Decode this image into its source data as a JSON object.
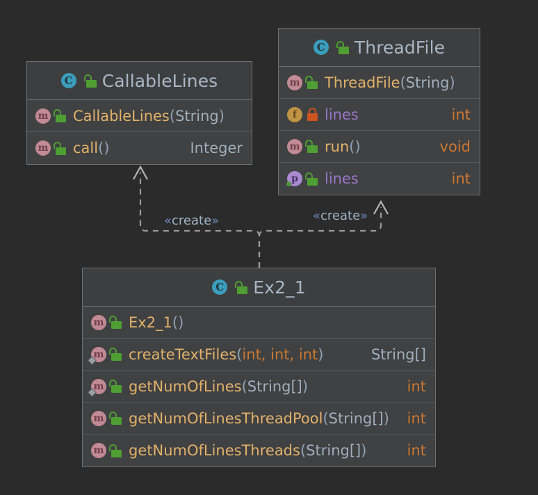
{
  "diagram": {
    "title": "UML class diagram",
    "background_color": "#2b2b2b",
    "class_box_color": "#3f4142",
    "border_color": "#6e7072"
  },
  "classes": [
    {
      "id": "callable-lines",
      "name": "CallableLines",
      "icon": "class-icon",
      "visibility": "public",
      "lock": "unlocked-icon",
      "members": [
        {
          "kind": "method",
          "icon": "method-icon",
          "lock": "unlocked-icon",
          "static": false,
          "name": "CallableLines",
          "open_paren": "(",
          "params": "String",
          "params_kind": "object",
          "close_paren": ")",
          "return_type": "",
          "return_kind": "none"
        },
        {
          "kind": "method",
          "icon": "method-icon",
          "lock": "unlocked-icon",
          "static": false,
          "name": "call",
          "open_paren": "(",
          "params": "",
          "params_kind": "object",
          "close_paren": ")",
          "return_type": "Integer",
          "return_kind": "object"
        }
      ]
    },
    {
      "id": "thread-file",
      "name": "ThreadFile",
      "icon": "class-icon",
      "visibility": "public",
      "lock": "unlocked-icon",
      "members": [
        {
          "kind": "method",
          "icon": "method-icon",
          "lock": "unlocked-icon",
          "static": false,
          "name": "ThreadFile",
          "open_paren": "(",
          "params": "String",
          "params_kind": "object",
          "close_paren": ")",
          "return_type": "",
          "return_kind": "none"
        },
        {
          "kind": "field",
          "icon": "field-icon",
          "lock": "locked-icon",
          "static": false,
          "name": "lines",
          "open_paren": "",
          "params": "",
          "params_kind": "none",
          "close_paren": "",
          "return_type": "int",
          "return_kind": "primitive"
        },
        {
          "kind": "method",
          "icon": "method-icon",
          "lock": "unlocked-icon",
          "static": false,
          "name": "run",
          "open_paren": "(",
          "params": "",
          "params_kind": "object",
          "close_paren": ")",
          "return_type": "void",
          "return_kind": "primitive"
        },
        {
          "kind": "property",
          "icon": "property-icon",
          "lock": "unlocked-icon",
          "static": false,
          "name": "lines",
          "open_paren": "",
          "params": "",
          "params_kind": "none",
          "close_paren": "",
          "return_type": "int",
          "return_kind": "primitive"
        }
      ]
    },
    {
      "id": "ex2-1",
      "name": "Ex2_1",
      "icon": "class-icon",
      "visibility": "public",
      "lock": "unlocked-icon",
      "members": [
        {
          "kind": "method",
          "icon": "method-icon",
          "lock": "unlocked-icon",
          "static": false,
          "name": "Ex2_1",
          "open_paren": "(",
          "params": "",
          "params_kind": "object",
          "close_paren": ")",
          "return_type": "",
          "return_kind": "none"
        },
        {
          "kind": "method",
          "icon": "method-icon",
          "lock": "unlocked-icon",
          "static": true,
          "name": "createTextFiles",
          "open_paren": "(",
          "params": "int, int, int",
          "params_kind": "primitive",
          "close_paren": ")",
          "return_type": "String[]",
          "return_kind": "object"
        },
        {
          "kind": "method",
          "icon": "method-icon",
          "lock": "unlocked-icon",
          "static": true,
          "name": "getNumOfLines",
          "open_paren": "(",
          "params": "String[]",
          "params_kind": "object",
          "close_paren": ")",
          "return_type": "int",
          "return_kind": "primitive"
        },
        {
          "kind": "method",
          "icon": "method-icon",
          "lock": "unlocked-icon",
          "static": false,
          "name": "getNumOfLinesThreadPool",
          "open_paren": "(",
          "params": "String[]",
          "params_kind": "object",
          "close_paren": ")",
          "return_type": "int",
          "return_kind": "primitive"
        },
        {
          "kind": "method",
          "icon": "method-icon",
          "lock": "unlocked-icon",
          "static": false,
          "name": "getNumOfLinesThreads",
          "open_paren": "(",
          "params": "String[]",
          "params_kind": "object",
          "close_paren": ")",
          "return_type": "int",
          "return_kind": "primitive"
        }
      ]
    }
  ],
  "relations": [
    {
      "id": "ex2-to-callable",
      "from": "Ex2_1",
      "to": "CallableLines",
      "stereotype": "create",
      "guillemet_open": "«",
      "guillemet_close": "»",
      "style": "dashed",
      "arrow": "open"
    },
    {
      "id": "ex2-to-threadfile",
      "from": "Ex2_1",
      "to": "ThreadFile",
      "stereotype": "create",
      "guillemet_open": "«",
      "guillemet_close": "»",
      "style": "dashed",
      "arrow": "open"
    }
  ],
  "icon_glyphs": {
    "class-icon": "C",
    "method-icon": "m",
    "field-icon": "f",
    "property-icon": "p"
  }
}
